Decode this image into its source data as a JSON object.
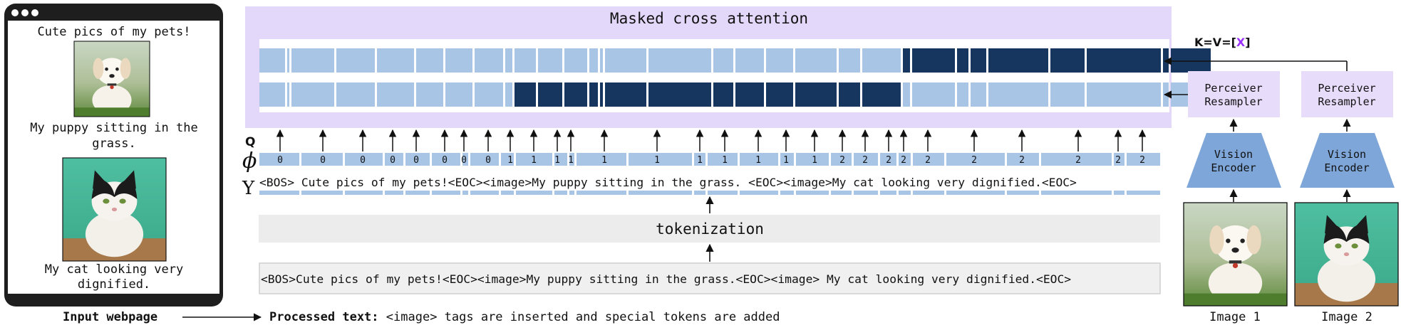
{
  "webpage": {
    "caption1": "Cute pics of my pets!",
    "caption2_line1": "My puppy sitting in the",
    "caption2_line2": "grass.",
    "caption3_line1": "My cat looking very",
    "caption3_line2": "dignified."
  },
  "attention": {
    "title": "Masked cross attention",
    "kv_prefix": "K=V=[",
    "kv_var": "X",
    "kv_suffix": "]",
    "row1": [
      {
        "w": 36,
        "on": false
      },
      {
        "w": 3,
        "on": false
      },
      {
        "w": 60,
        "on": false
      },
      {
        "w": 54,
        "on": false
      },
      {
        "w": 52,
        "on": false
      },
      {
        "w": 38,
        "on": false
      },
      {
        "w": 38,
        "on": false
      },
      {
        "w": 40,
        "on": false
      },
      {
        "w": 10,
        "on": false
      },
      {
        "w": 30,
        "on": false
      },
      {
        "w": 34,
        "on": false
      },
      {
        "w": 32,
        "on": false
      },
      {
        "w": 12,
        "on": false
      },
      {
        "w": 4,
        "on": false
      },
      {
        "w": 58,
        "on": false
      },
      {
        "w": 88,
        "on": false
      },
      {
        "w": 28,
        "on": false
      },
      {
        "w": 40,
        "on": false
      },
      {
        "w": 38,
        "on": false
      },
      {
        "w": 58,
        "on": false
      },
      {
        "w": 30,
        "on": false
      },
      {
        "w": 54,
        "on": false
      },
      {
        "w": 10,
        "on": true
      },
      {
        "w": 60,
        "on": true
      },
      {
        "w": 16,
        "on": true
      },
      {
        "w": 22,
        "on": true
      },
      {
        "w": 84,
        "on": true
      },
      {
        "w": 48,
        "on": true
      },
      {
        "w": 104,
        "on": true
      },
      {
        "w": 8,
        "on": true
      },
      {
        "w": 56,
        "on": true
      }
    ],
    "row2": [
      {
        "w": 36,
        "on": false
      },
      {
        "w": 3,
        "on": false
      },
      {
        "w": 60,
        "on": false
      },
      {
        "w": 54,
        "on": false
      },
      {
        "w": 52,
        "on": false
      },
      {
        "w": 38,
        "on": false
      },
      {
        "w": 38,
        "on": false
      },
      {
        "w": 40,
        "on": false
      },
      {
        "w": 10,
        "on": false
      },
      {
        "w": 30,
        "on": true
      },
      {
        "w": 34,
        "on": true
      },
      {
        "w": 32,
        "on": true
      },
      {
        "w": 12,
        "on": true
      },
      {
        "w": 4,
        "on": true
      },
      {
        "w": 58,
        "on": true
      },
      {
        "w": 88,
        "on": true
      },
      {
        "w": 28,
        "on": true
      },
      {
        "w": 40,
        "on": true
      },
      {
        "w": 38,
        "on": true
      },
      {
        "w": 58,
        "on": true
      },
      {
        "w": 30,
        "on": true
      },
      {
        "w": 54,
        "on": true
      },
      {
        "w": 10,
        "on": false
      },
      {
        "w": 60,
        "on": false
      },
      {
        "w": 16,
        "on": false
      },
      {
        "w": 22,
        "on": false
      },
      {
        "w": 84,
        "on": false
      },
      {
        "w": 48,
        "on": false
      },
      {
        "w": 104,
        "on": false
      },
      {
        "w": 8,
        "on": false
      },
      {
        "w": 56,
        "on": false
      }
    ]
  },
  "tokens": {
    "q_label": "Q",
    "phi_label": "ϕ",
    "y_label": "Y",
    "phi_values": [
      "0",
      "0",
      "0",
      "0",
      "0",
      "0",
      "0",
      "0",
      "1",
      "1",
      "1",
      "1",
      "1",
      "1",
      "1",
      "1",
      "1",
      "1",
      "1",
      "2",
      "2",
      "2",
      "2",
      "2",
      "2",
      "2",
      "2",
      "2",
      "2"
    ],
    "sequence": "<BOS> Cute pics of my pets!<EOC><image>My puppy sitting in the grass. <EOC><image>My cat looking very dignified.<EOC>"
  },
  "tokenization": {
    "label": "tokenization"
  },
  "processed": {
    "text": "<BOS>Cute pics of my pets!<EOC><image>My puppy sitting in the grass.<EOC><image> My cat looking very dignified.<EOC>"
  },
  "encoders": [
    {
      "resampler_line1": "Perceiver",
      "resampler_line2": "Resampler",
      "encoder_line1": "Vision",
      "encoder_line2": "Encoder",
      "image_label": "Image 1"
    },
    {
      "resampler_line1": "Perceiver",
      "resampler_line2": "Resampler",
      "encoder_line1": "Vision",
      "encoder_line2": "Encoder",
      "image_label": "Image 2"
    }
  ],
  "bottom": {
    "input_label": "Input webpage",
    "processed_label": "Processed text:",
    "processed_desc": "<image> tags are inserted and special tokens are added"
  },
  "colors": {
    "light_blue": "#a9c5e6",
    "dark_blue": "#16355f",
    "lavender": "#e3d8fa",
    "resampler": "#e8dcfb",
    "encoder": "#7ea6d9",
    "x_purple": "#9b30ff"
  }
}
